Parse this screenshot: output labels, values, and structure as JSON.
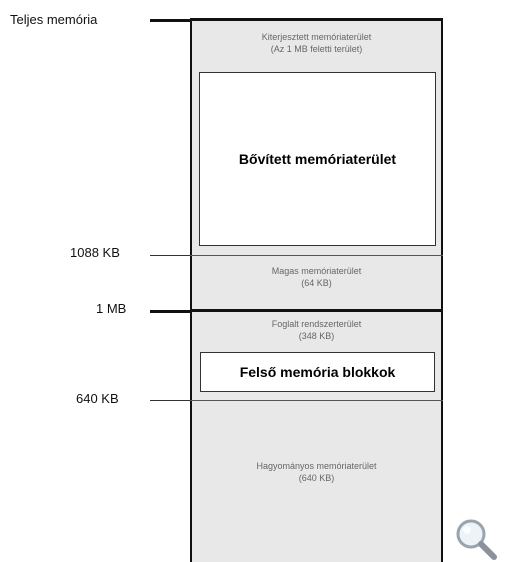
{
  "labels": {
    "total_memory": "Teljes memória",
    "kb_1088": "1088 KB",
    "mb_1": "1 MB",
    "kb_640": "640 KB"
  },
  "regions": {
    "extended_area_line1": "Kiterjesztett memóriaterület",
    "extended_area_line2": "(Az 1 MB feletti terület)",
    "expanded_memory": "Bővített memóriaterület",
    "high_memory_line1": "Magas memóriaterület",
    "high_memory_line2": "(64 KB)",
    "reserved_line1": "Foglalt rendszerterület",
    "reserved_line2": "(348 KB)",
    "upper_memory_blocks": "Felső memória blokkok",
    "conventional_line1": "Hagyományos memóriaterület",
    "conventional_line2": "(640 KB)"
  },
  "icons": {
    "zoom": "magnifier-icon"
  }
}
